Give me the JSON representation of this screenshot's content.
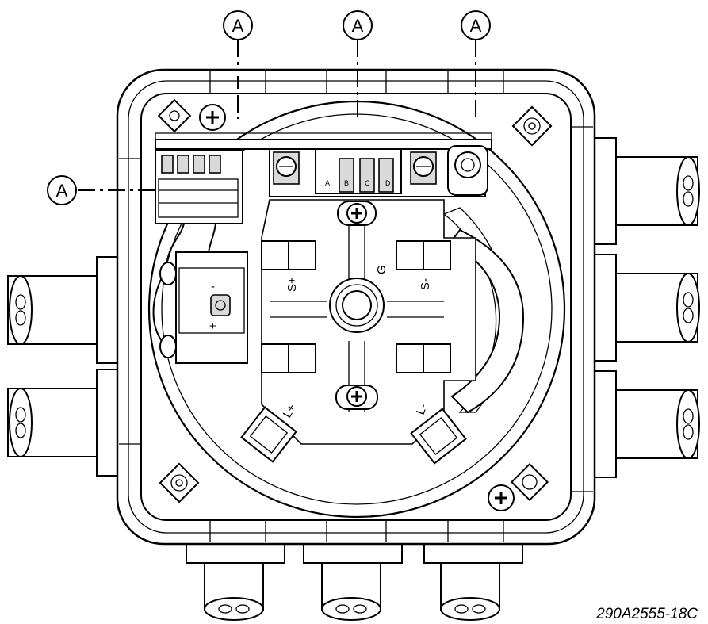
{
  "callouts": [
    "A",
    "A",
    "A",
    "A"
  ],
  "terminal_strip": [
    "A",
    "B",
    "C",
    "D"
  ],
  "terminals": {
    "s_plus": "S+",
    "g": "G",
    "s_minus": "S-",
    "l_plus": "L+",
    "l_minus": "L-",
    "minus": "-",
    "plus": "+"
  },
  "figure_number": "290A2555-18C"
}
